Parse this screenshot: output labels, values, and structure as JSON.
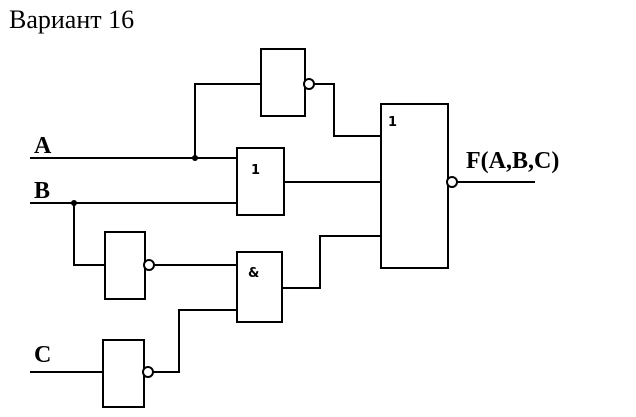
{
  "page": {
    "title": "Вариант 16"
  },
  "inputs": {
    "a": "A",
    "b": "B",
    "c": "C"
  },
  "output": {
    "label": "F(A,B,C)"
  },
  "gates": {
    "not_top": "NOT",
    "or_inputs": "1",
    "not_b": "NOT",
    "and": "&",
    "not_c": "NOT",
    "nor_output": "1"
  },
  "colors": {
    "line": "#000000",
    "background": "#ffffff"
  }
}
